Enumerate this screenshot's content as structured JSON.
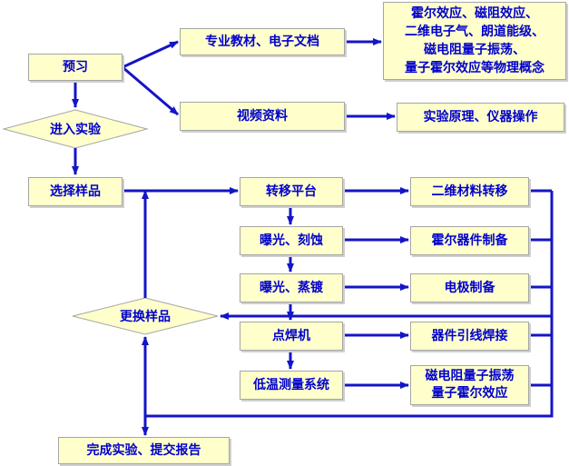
{
  "colors": {
    "box_fill": "#ffffcc",
    "box_border": "#a6a6a6",
    "text": "#0000cc",
    "arrow": "#1414c8"
  },
  "nodes": {
    "preview": "预习",
    "textbooks": "专业教材、电子文档",
    "concepts": "霍尔效应、磁阻效应、\n二维电子气、朗道能级、\n磁电阻量子振荡、\n量子霍尔效应等物理概念",
    "video": "视频资料",
    "principles": "实验原理、仪器操作",
    "enter_experiment": "进入实验",
    "select_sample": "选择样品",
    "transfer_platform": "转移平台",
    "material_transfer": "二维材料转移",
    "exposure_etching": "曝光、刻蚀",
    "hall_device": "霍尔器件制备",
    "exposure_evaporation": "曝光、蒸镀",
    "electrode": "电极制备",
    "spot_welder": "点焊机",
    "wire_bonding": "器件引线焊接",
    "low_temp_system": "低温测量系统",
    "measurement_results": "磁电阻量子振荡\n量子霍尔效应",
    "change_sample": "更换样品",
    "finish": "完成实验、提交报告"
  }
}
